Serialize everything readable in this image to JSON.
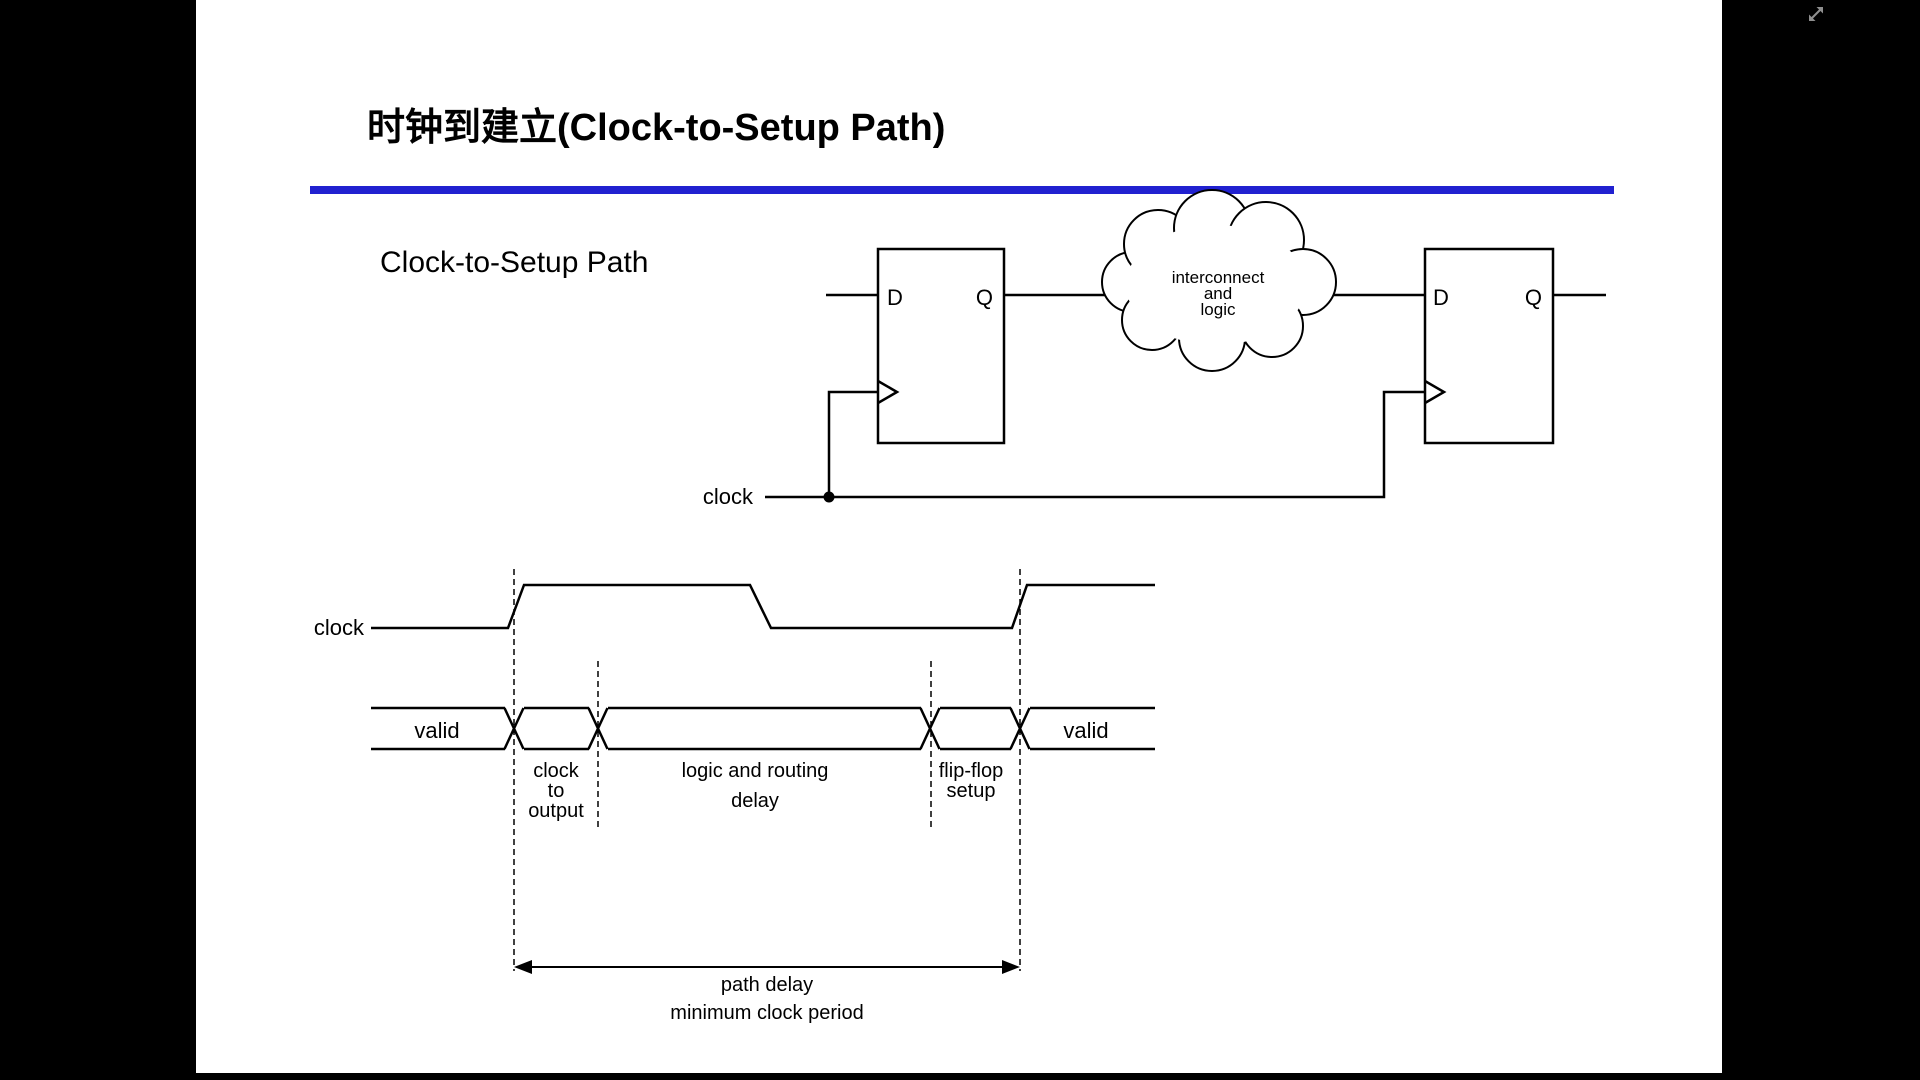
{
  "viewer": {
    "expand_icon": "diagonal-expand-arrows"
  },
  "slide": {
    "title": "时钟到建立(Clock-to-Setup Path)",
    "subtitle": "Clock-to-Setup Path",
    "accent_color": "#2121d0"
  },
  "circuit": {
    "ff_left": {
      "d_label": "D",
      "q_label": "Q"
    },
    "ff_right": {
      "d_label": "D",
      "q_label": "Q"
    },
    "cloud_label": {
      "line1": "interconnect",
      "line2": "and",
      "line3": "logic"
    },
    "clock_label": "clock"
  },
  "timing": {
    "clock_label": "clock",
    "valid_label_left": "valid",
    "valid_label_right": "valid",
    "clock_to_output": {
      "line1": "clock",
      "line2": "to",
      "line3": "output"
    },
    "logic_routing_delay": {
      "line1": "logic and routing",
      "line2": "delay"
    },
    "flip_flop_setup": {
      "line1": "flip-flop",
      "line2": "setup"
    },
    "path_delay": {
      "line1": "path delay",
      "line2": "minimum clock period"
    }
  }
}
